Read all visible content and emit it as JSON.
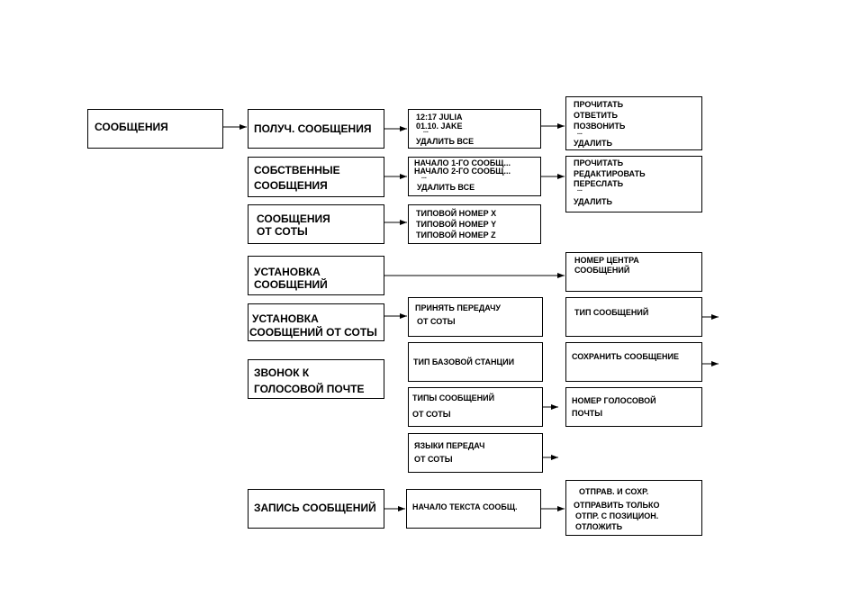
{
  "col1": {
    "messages": "СООБЩЕНИЯ"
  },
  "col2": {
    "received": "ПОЛУЧ. СООБЩЕНИЯ",
    "own_l1": "СОБСТВЕННЫЕ",
    "own_l2": "СООБЩЕНИЯ",
    "cell_l1": "СООБЩЕНИЯ",
    "cell_l2": "ОТ СОТЫ",
    "settings_l1": "УСТАНОВКА",
    "settings_l2": "СООБЩЕНИЙ",
    "cell_settings_l1": "УСТАНОВКА",
    "cell_settings_l2": "СООБЩЕНИЙ ОТ СОТЫ",
    "voicemail_l1": "ЗВОНОК К",
    "voicemail_l2": "ГОЛОСОВОЙ ПОЧТЕ",
    "write": "ЗАПИСЬ СООБЩЕНИЙ"
  },
  "col3": {
    "inbox": [
      "12:17 JULIA",
      "01.10. JAKE",
      "...",
      "УДАЛИТЬ ВСЕ"
    ],
    "own": [
      "НАЧАЛО 1-ГО СООБЩ...",
      "НАЧАЛО 2-ГО СООБЩ...",
      "...",
      "УДАЛИТЬ ВСЕ"
    ],
    "cell": [
      "ТИПОВОЙ НОМЕР X",
      "ТИПОВОЙ НОМЕР Y",
      "ТИПОВОЙ НОМЕР Z"
    ],
    "accept_l1": "ПРИНЯТЬ ПЕРЕДАЧУ",
    "accept_l2": "ОТ СОТЫ",
    "base_station": "ТИП БАЗОВОЙ СТАНЦИИ",
    "msg_types_l1": "ТИПЫ СООБЩЕНИЙ",
    "msg_types_l2": "ОТ СОТЫ",
    "languages_l1": "ЯЗЫКИ ПЕРЕДАЧ",
    "languages_l2": "ОТ СОТЫ",
    "text_start": "НАЧАЛО ТЕКСТА СООБЩ."
  },
  "col4": {
    "read_menu": [
      "ПРОЧИТАТЬ",
      "ОТВЕТИТЬ",
      "ПОЗВОНИТЬ",
      "...",
      "УДАЛИТЬ"
    ],
    "own_menu": [
      "ПРОЧИТАТЬ",
      "РЕДАКТИРОВАТЬ",
      "ПЕРЕСЛАТЬ",
      "...",
      "УДАЛИТЬ"
    ],
    "center_l1": "НОМЕР ЦЕНТРА",
    "center_l2": "СООБЩЕНИЙ",
    "msg_type": "ТИП СООБЩЕНИЙ",
    "save_msg": "СОХРАНИТЬ СООБЩЕНИЕ",
    "voicemail_l1": "НОМЕР ГОЛОСОВОЙ",
    "voicemail_l2": "ПОЧТЫ",
    "send_menu": [
      "ОТПРАВ. И СОХР.",
      "ОТПРАВИТЬ ТОЛЬКО",
      "ОТПР. С ПОЗИЦИОН.",
      "ОТЛОЖИТЬ"
    ]
  }
}
